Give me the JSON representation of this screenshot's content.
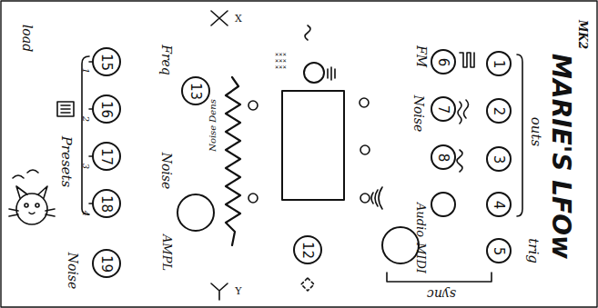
{
  "diagram": {
    "title": "MARIE'S LFOw",
    "nodes": [
      {
        "text": [
          "1"
        ]
      },
      {
        "text": [
          "2"
        ]
      },
      {
        "text": [
          "3"
        ]
      },
      {
        "text": [
          "4"
        ]
      },
      {
        "text": [
          "5"
        ]
      },
      {
        "text": [
          "6"
        ]
      },
      {
        "text": [
          "7"
        ]
      },
      {
        "text": [
          "8"
        ]
      },
      {
        "text": [
          "12"
        ]
      },
      {
        "text": [
          "13"
        ]
      },
      {
        "text": [
          "15"
        ]
      },
      {
        "text": [
          "16"
        ]
      },
      {
        "text": [
          "17"
        ]
      },
      {
        "text": [
          "18"
        ]
      },
      {
        "text": [
          "19"
        ]
      }
    ],
    "labels": [
      "MK2",
      "outs",
      "trig",
      "sync",
      "FM",
      "Noise",
      "Audio",
      "MIDI",
      "Freq",
      "Noise Dens",
      "Noise",
      "AMPL",
      "X",
      "Y",
      "load",
      "Presets",
      "1",
      "2",
      "3",
      "4",
      "Noise"
    ]
  }
}
